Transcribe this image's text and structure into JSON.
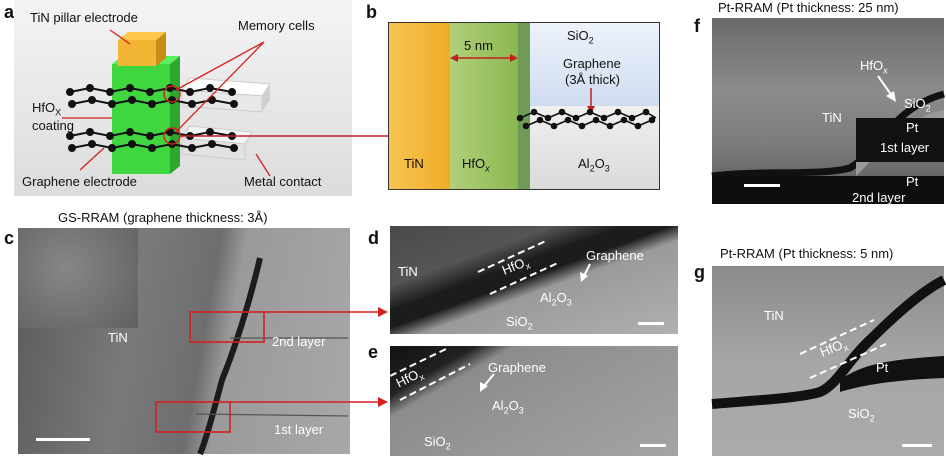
{
  "panels": {
    "a": {
      "letter": "a",
      "labels": {
        "pillar": "TiN pillar electrode",
        "memory": "Memory cells",
        "hfox_coating_a": "HfO",
        "hfox_coating_sub": "X",
        "hfox_coating_b": "coating",
        "graphene": "Graphene electrode",
        "metal": "Metal contact"
      }
    },
    "b": {
      "letter": "b",
      "labels": {
        "tin": "TiN",
        "hfo": "HfO",
        "hfo_sub": "x",
        "width": "5 nm",
        "sio2": "SiO",
        "sio2_sub": "2",
        "graphene": "Graphene",
        "thick": "(3Å thick)",
        "al2o3_a": "Al",
        "al2o3_s1": "2",
        "al2o3_b": "O",
        "al2o3_s2": "3"
      }
    },
    "c": {
      "letter": "c",
      "title": "GS-RRAM (graphene thickness: 3Å)",
      "labels": {
        "tin": "TiN",
        "second": "2nd layer",
        "first": "1st layer"
      }
    },
    "d": {
      "letter": "d",
      "labels": {
        "tin": "TiN",
        "hfo": "HfO",
        "hfo_sub": "x",
        "graphene": "Graphene",
        "al2o3_a": "Al",
        "al2o3_s1": "2",
        "al2o3_b": "O",
        "al2o3_s2": "3",
        "sio2": "SiO",
        "sio2_sub": "2"
      }
    },
    "e": {
      "letter": "e",
      "labels": {
        "hfo": "HfO",
        "hfo_sub": "x",
        "graphene": "Graphene",
        "al2o3_a": "Al",
        "al2o3_s1": "2",
        "al2o3_b": "O",
        "al2o3_s2": "3",
        "sio2": "SiO",
        "sio2_sub": "2"
      }
    },
    "f": {
      "letter": "f",
      "title": "Pt-RRAM (Pt thickness: 25 nm)",
      "labels": {
        "hfo": "HfO",
        "hfo_sub": "x",
        "sio2": "SiO",
        "sio2_sub": "2",
        "tin": "TiN",
        "pt1": "Pt",
        "first": "1st layer",
        "pt2": "Pt",
        "second": "2nd layer"
      }
    },
    "g": {
      "letter": "g",
      "title": "Pt-RRAM (Pt thickness: 5 nm)",
      "labels": {
        "tin": "TiN",
        "hfo": "HfO",
        "hfo_sub": "x",
        "pt": "Pt",
        "sio2": "SiO",
        "sio2_sub": "2"
      }
    }
  },
  "colors": {
    "tin_gold": "#f2b536",
    "hfo_green": "#9cc060",
    "pillar_green": "#3fd63f",
    "callout_red": "#d42020",
    "sio2_blue": "#dce7f5",
    "al2o3_grey": "#e6e6e6"
  }
}
